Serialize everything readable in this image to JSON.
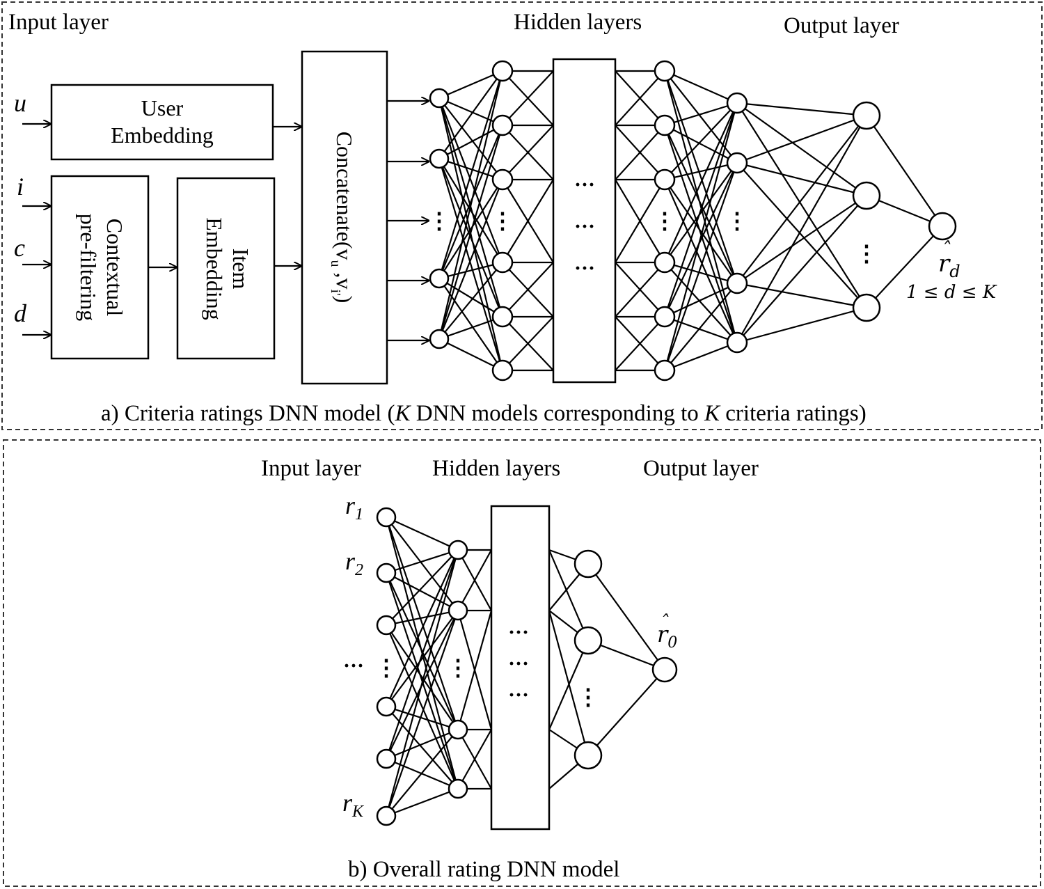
{
  "panel_a": {
    "input_layer": "Input layer",
    "hidden_layers": "Hidden layers",
    "output_layer": "Output layer",
    "inputs": {
      "u": "u",
      "i": "i",
      "c": "c",
      "d": "d"
    },
    "user_embedding": [
      "User",
      "Embedding"
    ],
    "contextual_prefiltering": [
      "Contextual",
      "pre-filtering"
    ],
    "item_embedding": [
      "Item",
      "Embedding"
    ],
    "concatenate": "Concatenate(v",
    "concat_sub_u": "u",
    "concat_mid": " ,v",
    "concat_sub_i": "i'",
    "concat_end": ")",
    "output_symbol": "r",
    "output_sub": "d",
    "output_range": "1 ≤ d ≤ K",
    "caption": {
      "pre": "a) Criteria ratings DNN model (",
      "k1": "K",
      "mid": " DNN models corresponding to ",
      "k2": "K",
      "post": " criteria ratings)"
    }
  },
  "panel_b": {
    "input_layer": "Input layer",
    "hidden_layers": "Hidden layers",
    "output_layer": "Output layer",
    "inputs": [
      {
        "sym": "r",
        "sub": "1"
      },
      {
        "sym": "r",
        "sub": "2"
      },
      {
        "sym": "r",
        "sub": "K"
      }
    ],
    "dots": "···",
    "output_symbol": "r",
    "output_sub": "0",
    "caption": "b) Overall rating DNN model"
  },
  "ellipsis_h": "···",
  "ellipsis_v": "⋮"
}
